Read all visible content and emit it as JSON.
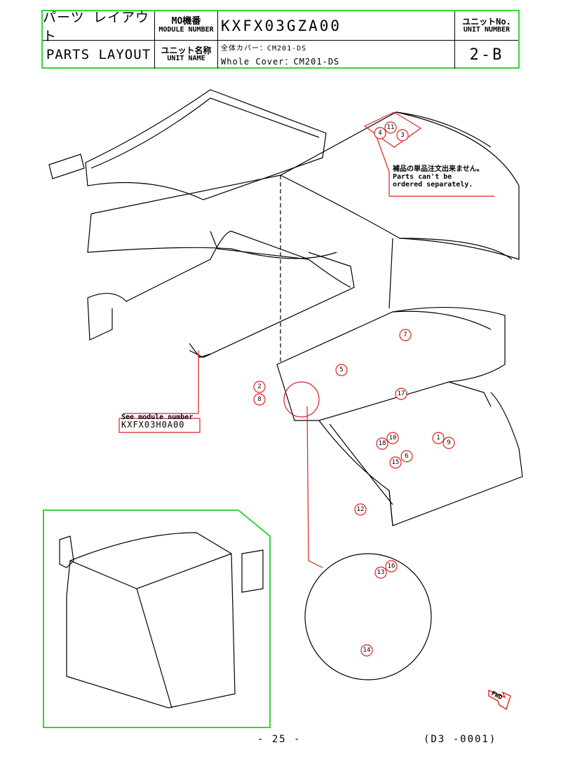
{
  "header": {
    "title_jp": "パーツ レイアウト",
    "title_en": "PARTS LAYOUT",
    "module_label_jp": "MO機番",
    "module_label_en": "MODULE NUMBER",
    "module_number": "KXFX03GZA00",
    "unit_name_label_jp": "ユニット名称",
    "unit_name_label_en": "UNIT NAME",
    "unit_name_jp": "全体カバー：CM201-DS",
    "unit_name_en": "Whole Cover：CM201-DS",
    "unit_no_label_jp": "ユニットNo.",
    "unit_no_label_en": "UNIT NUMBER",
    "unit_no": "2-B"
  },
  "notes": {
    "not_separate_jp": "補品の単品注文出来ません。",
    "not_separate_en_1": "Parts can't be",
    "not_separate_en_2": "ordered separately.",
    "see_module_1": "See module number",
    "see_module_2": "KXFX03H0A00"
  },
  "callouts": [
    "1",
    "2",
    "3",
    "4",
    "5",
    "6",
    "7",
    "8",
    "9",
    "10",
    "11",
    "12",
    "13",
    "14",
    "15",
    "16",
    "17",
    "18"
  ],
  "footer": {
    "page": "- 25 -",
    "doc_code": "(D3 -0001)",
    "fwd_label": "FWD"
  }
}
